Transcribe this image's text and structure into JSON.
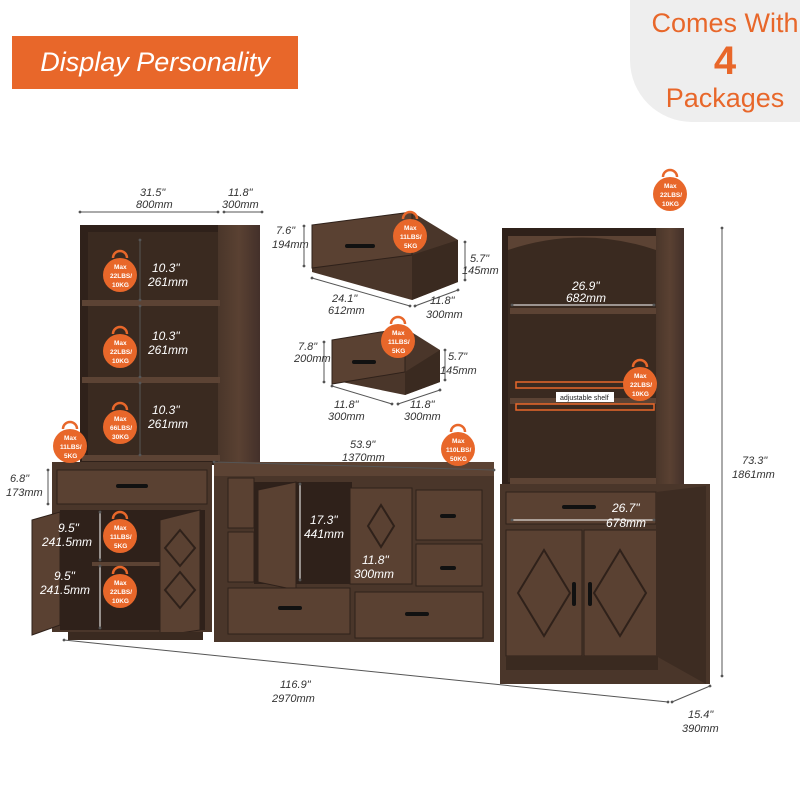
{
  "header": {
    "banner": "Display Personality",
    "corner_line1": "Comes With",
    "corner_number": "4",
    "corner_line2": "Packages"
  },
  "colors": {
    "accent": "#e8672a",
    "wood": "#4a362a",
    "wood_dark": "#2f211a",
    "corner_bg": "#eeeeee"
  },
  "dimensions": {
    "left_width_in": "31.5\"",
    "left_width_mm": "800mm",
    "left_depth_in": "11.8\"",
    "left_depth_mm": "300mm",
    "left_shelf1_in": "10.3\"",
    "left_shelf1_mm": "261mm",
    "left_shelf2_in": "10.3\"",
    "left_shelf2_mm": "261mm",
    "left_shelf3_in": "10.3\"",
    "left_shelf3_mm": "261mm",
    "left_drawer_in": "6.8\"",
    "left_drawer_mm": "173mm",
    "left_cab_top_in": "9.5\"",
    "left_cab_top_mm": "241.5mm",
    "left_cab_bot_in": "9.5\"",
    "left_cab_bot_mm": "241.5mm",
    "drawer1_h_in": "7.6\"",
    "drawer1_h_mm": "194mm",
    "drawer1_d_in": "5.7\"",
    "drawer1_d_mm": "145mm",
    "drawer1_w_in": "24.1\"",
    "drawer1_w_mm": "612mm",
    "drawer1_depth_in": "11.8\"",
    "drawer1_depth_mm": "300mm",
    "drawer2_h_in": "7.8\"",
    "drawer2_h_mm": "200mm",
    "drawer2_d_in": "5.7\"",
    "drawer2_d_mm": "145mm",
    "drawer2_w_in": "11.8\"",
    "drawer2_w_mm": "300mm",
    "drawer2_depth_in": "11.8\"",
    "drawer2_depth_mm": "300mm",
    "center_width_in": "53.9\"",
    "center_width_mm": "1370mm",
    "center_cab_h_in": "17.3\"",
    "center_cab_h_mm": "441mm",
    "center_depth_in": "11.8\"",
    "center_depth_mm": "300mm",
    "right_shelf_w_in": "26.9\"",
    "right_shelf_w_mm": "682mm",
    "right_drawer_w_in": "26.7\"",
    "right_drawer_w_mm": "678mm",
    "total_height_in": "73.3\"",
    "total_height_mm": "1861mm",
    "total_width_in": "116.9\"",
    "total_width_mm": "2970mm",
    "total_depth_in": "15.4\"",
    "total_depth_mm": "390mm",
    "adjustable_label": "adjustable shelf"
  },
  "badges": {
    "max": "Max",
    "w22": "22LBS/",
    "w22b": "10KG",
    "w11": "11LBS/",
    "w11b": "5KG",
    "w66": "66LBS/",
    "w66b": "30KG",
    "w110": "110LBS/",
    "w110b": "50KG"
  }
}
